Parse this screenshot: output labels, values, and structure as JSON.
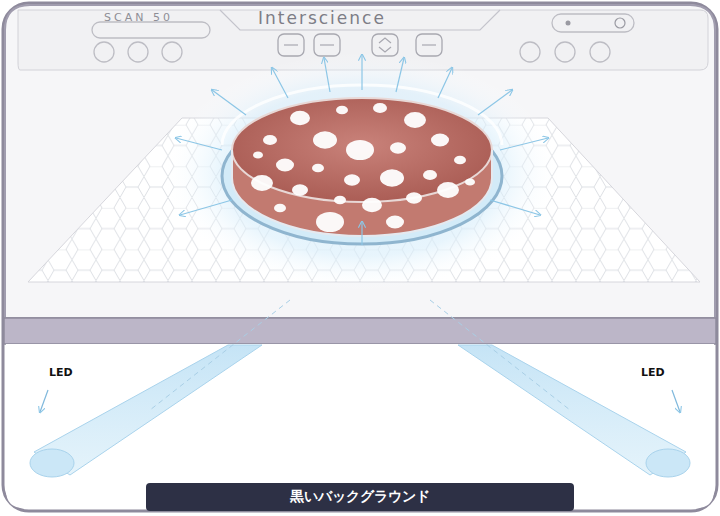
{
  "diagram": {
    "nodes": [
      {
        "text": [
          "黒いバックグラウンド"
        ]
      }
    ],
    "labels": [
      "SCAN 50",
      "Interscience",
      "LED",
      "LED"
    ]
  }
}
